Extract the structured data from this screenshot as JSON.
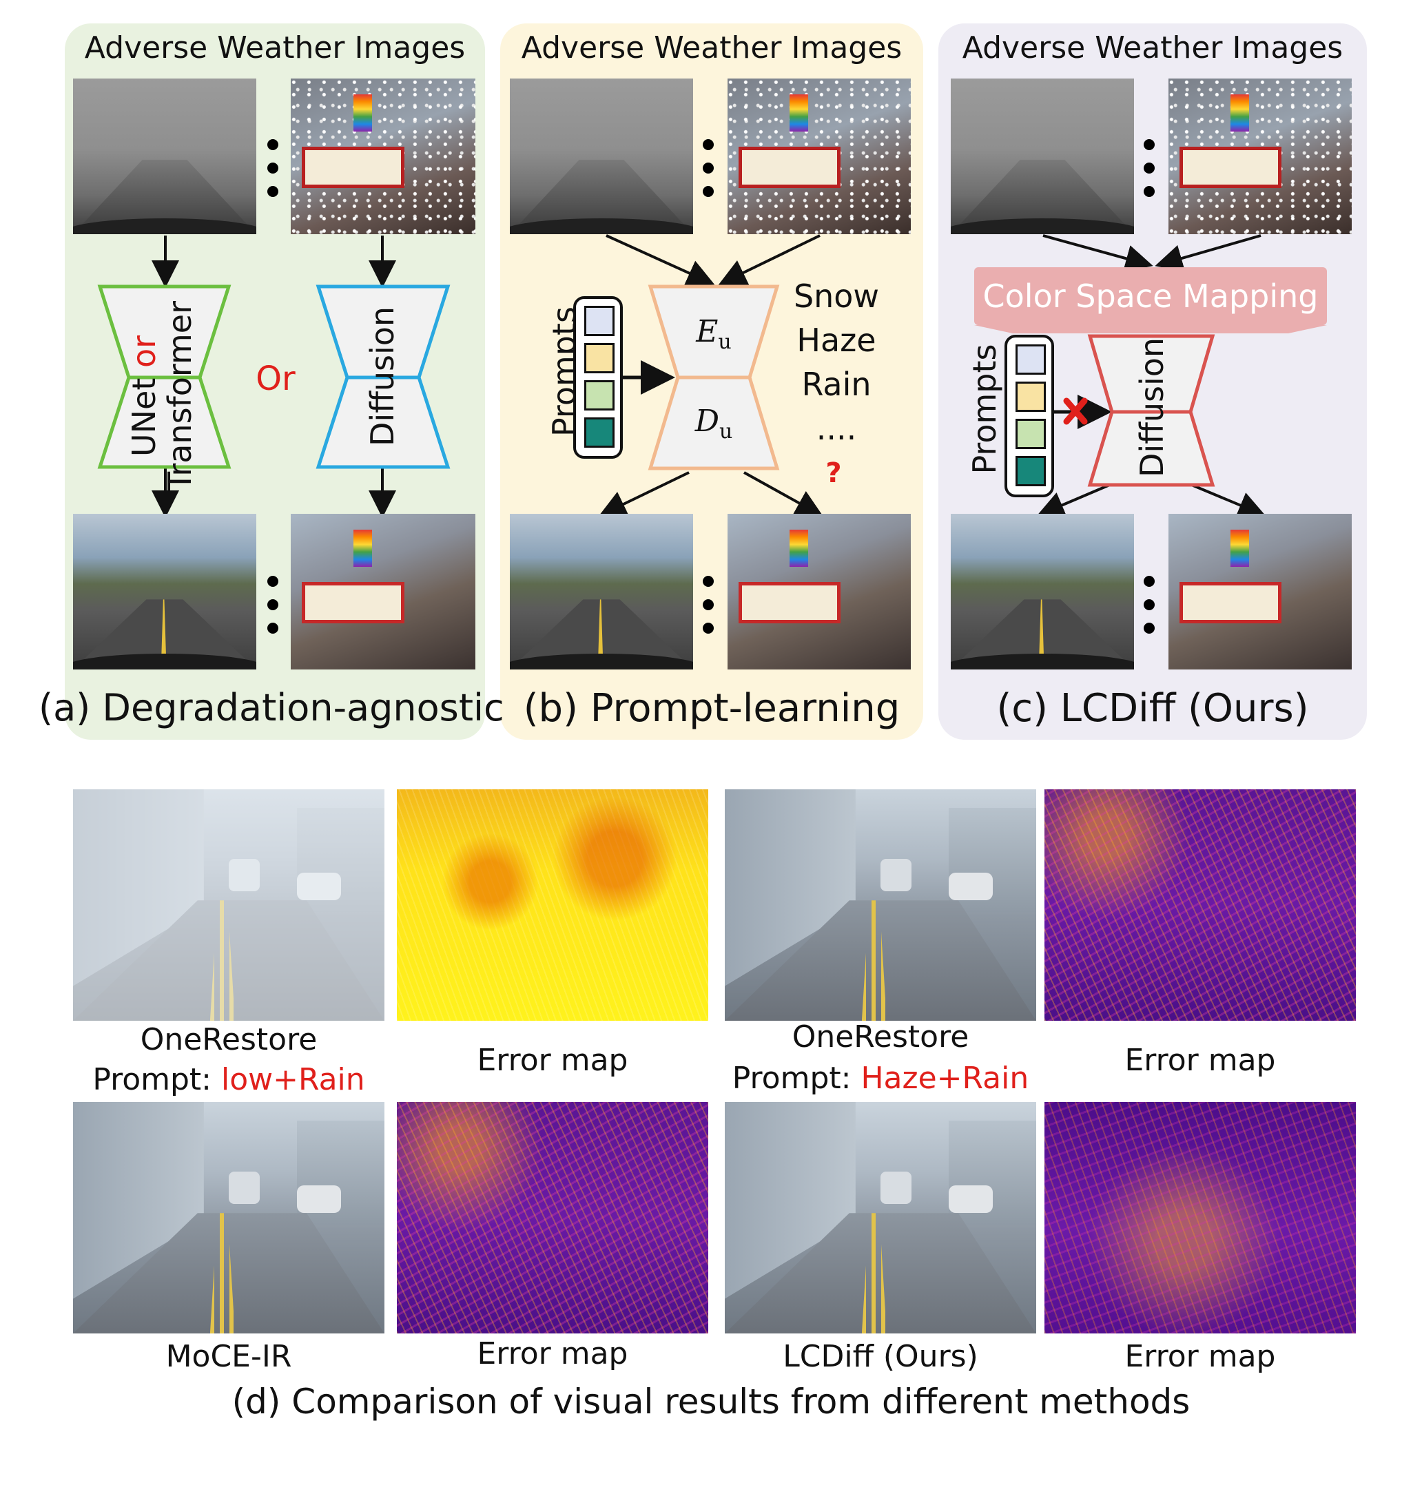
{
  "panels": {
    "a": {
      "title": "Adverse Weather Images",
      "caption": "(a) Degradation-agnostic",
      "encoder_text_1": "UNet",
      "encoder_text_or": "or",
      "encoder_text_2": "Transformer",
      "or_label": "Or",
      "diffusion_label": "Diffusion",
      "bg": "#e9f2e0",
      "unet_color": "#6bbf3f",
      "diff_color": "#29a8e0"
    },
    "b": {
      "title": "Adverse Weather Images",
      "caption": "(b) Prompt-learning",
      "prompts_label": "Prompts",
      "encoder": "E",
      "encoder_sub": "u",
      "decoder": "D",
      "decoder_sub": "u",
      "degradations": [
        "Snow",
        "Haze",
        "Rain",
        "...."
      ],
      "unknown": "?",
      "bg": "#fdf5dc",
      "hourglass_color": "#f2b98e"
    },
    "c": {
      "title": "Adverse Weather Images",
      "caption": "(c) LCDiff (Ours)",
      "mapping_label": "Color Space Mapping",
      "prompts_label": "Prompts",
      "diffusion_label": "Diffusion",
      "bg": "#eeecf4",
      "hourglass_color": "#d9534f"
    }
  },
  "prompt_colors": [
    "#dde3f3",
    "#f9e3a3",
    "#c7e3b0",
    "#17877a"
  ],
  "comparison": {
    "row1": [
      {
        "label_1": "OneRestore",
        "label_2_prefix": "Prompt: ",
        "label_2_highlight": "low+Rain"
      },
      {
        "label_1": "Error map"
      },
      {
        "label_1": "OneRestore",
        "label_2_prefix": "Prompt: ",
        "label_2_highlight": "Haze+Rain"
      },
      {
        "label_1": "Error map"
      }
    ],
    "row2": [
      {
        "label_1": "MoCE-IR"
      },
      {
        "label_1": "Error map"
      },
      {
        "label_1": "LCDiff (Ours)"
      },
      {
        "label_1": "Error map"
      }
    ],
    "caption": "(d) Comparison of visual results from different methods"
  }
}
